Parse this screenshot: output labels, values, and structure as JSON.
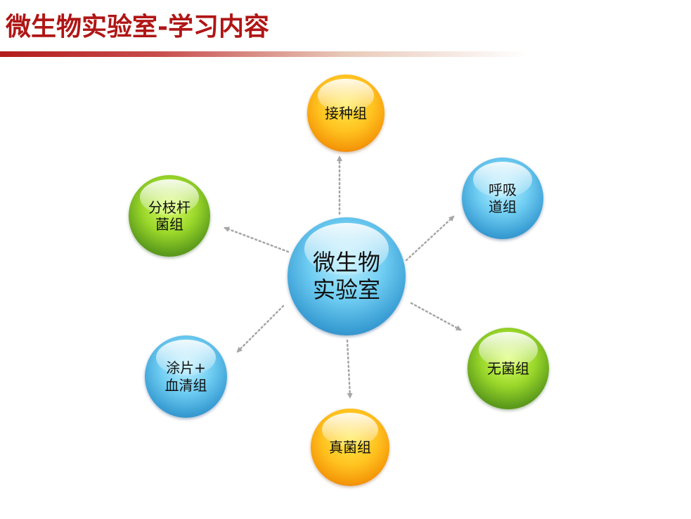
{
  "header": {
    "title": "微生物实验室-学习内容"
  },
  "diagram": {
    "center": {
      "label": "微生物\n实验室",
      "color": "#3a9ed4"
    },
    "nodes": [
      {
        "label": "接种组",
        "color": "#f7a81b"
      },
      {
        "label": "呼吸\n道组",
        "color": "#3a9ed4"
      },
      {
        "label": "无菌组",
        "color": "#5f9e1c"
      },
      {
        "label": "真菌组",
        "color": "#f7a81b"
      },
      {
        "label": "涂片+\n血清组",
        "color": "#3a9ed4"
      },
      {
        "label": "分枝杆\n菌组",
        "color": "#5f9e1c"
      }
    ],
    "connector_color": "#a6a6a6"
  }
}
